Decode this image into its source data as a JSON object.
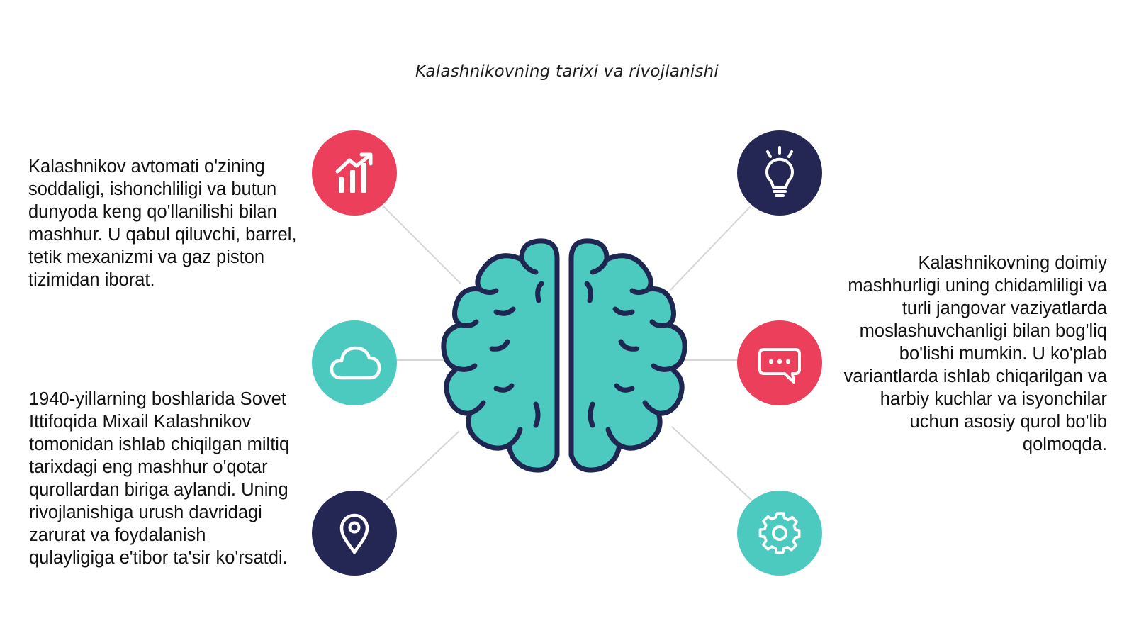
{
  "title": "Kalashnikovning tarixi va rivojlanishi",
  "texts": {
    "left_top": "Kalashnikov avtomati o'zining soddaligi, ishonchliligi va butun dunyoda keng qo'llanilishi bilan mashhur. U qabul qiluvchi, barrel, tetik mexanizmi va gaz piston tizimidan iborat.",
    "left_bottom": "1940-yillarning boshlarida Sovet Ittifoqida Mixail Kalashnikov tomonidan ishlab chiqilgan miltiq tarixdagi eng mashhur o'qotar qurollardan biriga aylandi. Uning rivojlanishiga urush davridagi zarurat va foydalanish qulayligiga e'tibor ta'sir ko'rsatdi.",
    "right": "Kalashnikovning doimiy mashhurligi uning chidamliligi va turli jangovar vaziyatlarda moslashuvchanligi bilan bog'liq bo'lishi mumkin. U ko'plab variantlarda ishlab chiqarilgan va harbiy kuchlar va isyonchilar uchun asosiy qurol bo'lib qolmoqda."
  },
  "icons": {
    "top_left": "growth-chart-icon",
    "middle_left": "cloud-icon",
    "bottom_left": "location-pin-icon",
    "top_right": "lightbulb-icon",
    "middle_right": "chat-bubble-icon",
    "bottom_right": "gear-icon",
    "center": "brain-icon"
  },
  "colors": {
    "coral": "#ec3f5c",
    "teal": "#4dcac0",
    "navy": "#242754",
    "connector": "#d6d6d6"
  }
}
